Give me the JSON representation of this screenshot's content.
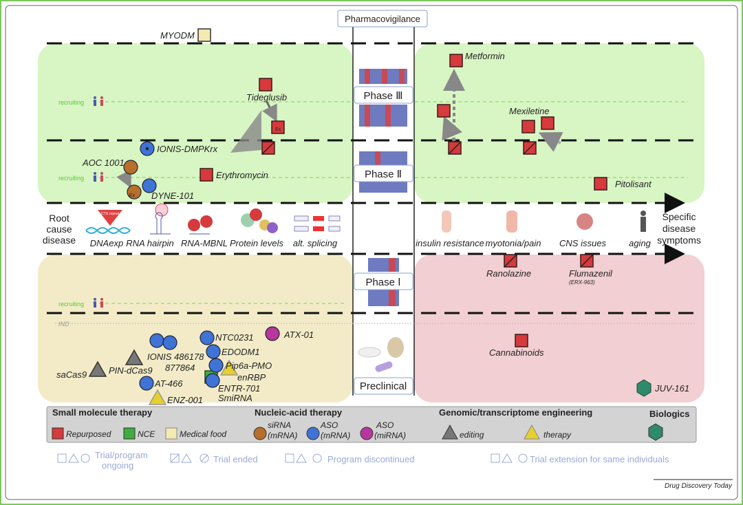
{
  "header": {
    "pharmacovigilance": "Pharmacovigilance"
  },
  "phases": [
    "Phase Ⅲ",
    "Phase Ⅱ",
    "Phase Ⅰ",
    "Preclinical"
  ],
  "recruiting": "recruiting",
  "ind": "IND",
  "axis": {
    "left": [
      "Root",
      "cause",
      "disease"
    ],
    "right": [
      "Specific",
      "disease",
      "symptoms"
    ]
  },
  "root_causes": [
    "DNAexp",
    "RNA hairpin",
    "RNA-MBNL",
    "Protein levels",
    "alt. splicing"
  ],
  "root_icon_text": {
    "ctg": "CTG repeat"
  },
  "symptoms": [
    "insulin  resistance",
    "myotonia/pain",
    "CNS issues",
    "aging"
  ],
  "drugs": {
    "myodm": "MYODM",
    "tideglusib": "Tideglusib",
    "ionis_dmpk": "IONIS-DMPKrx",
    "aoc": "AOC 1001",
    "dyne": "DYNE-101",
    "erythromycin": "Erythromycin",
    "metformin": "Metformin",
    "mexiletine": "Mexiletine",
    "pitolisant": "Pitolisant",
    "ranolazine": "Ranolazine",
    "flumazenil": "Flumazenil",
    "flumazenil_sub": "(ERX-963)",
    "cannabinoids": "Cannabinoids",
    "juv": "JUV-161",
    "atx": "ATX-01",
    "ntc": "NTC0231",
    "edodm": "EDODM1",
    "pip6a": "Pip6a-PMO",
    "enrbp": "enRBP",
    "entr": "ENTR-701",
    "smirna": "SmiRNA",
    "ionis486": "IONIS 486178",
    "ionis877": "877864",
    "pin": "PIN-dCas9",
    "sacas": "saCas9",
    "at466": "AT-466",
    "enz": "ENZ-001",
    "ex": "Ex"
  },
  "legend": {
    "small_molecule": "Small molecule therapy",
    "nucleic": "Nucleic-acid therapy",
    "genomic": "Genomic/transcriptome engineering",
    "biologics": "Biologics",
    "repurposed": "Repurposed",
    "nce": "NCE",
    "medical_food": "Medical food",
    "sirna": [
      "siRNA",
      "(mRNA)"
    ],
    "aso_mrna": [
      "ASO",
      "(mRNA)"
    ],
    "aso_mirna": [
      "ASO",
      "(miRNA)"
    ],
    "editing": "editing",
    "therapy": "therapy"
  },
  "status": {
    "ongoing": [
      "Trial/program",
      "ongoing"
    ],
    "ended": "Trial ended",
    "discontinued": "Program discontinued",
    "extension": "Trial extension for same individuals"
  },
  "source": "Drug Discovery Today",
  "colors": {
    "repurposed": "#d63a3c",
    "nce": "#3fae3f",
    "medical_food": "#f4eab0",
    "sirna": "#b86f2b",
    "aso_mrna": "#3f73d6",
    "aso_mirna": "#b8379e",
    "editing": "#777777",
    "therapy": "#e6cf2e",
    "biologics": "#2e8a6a",
    "green_bg": "#d8f5c4",
    "yellow_bg": "#f3ebc8",
    "pink_bg": "#f2cfd2"
  }
}
